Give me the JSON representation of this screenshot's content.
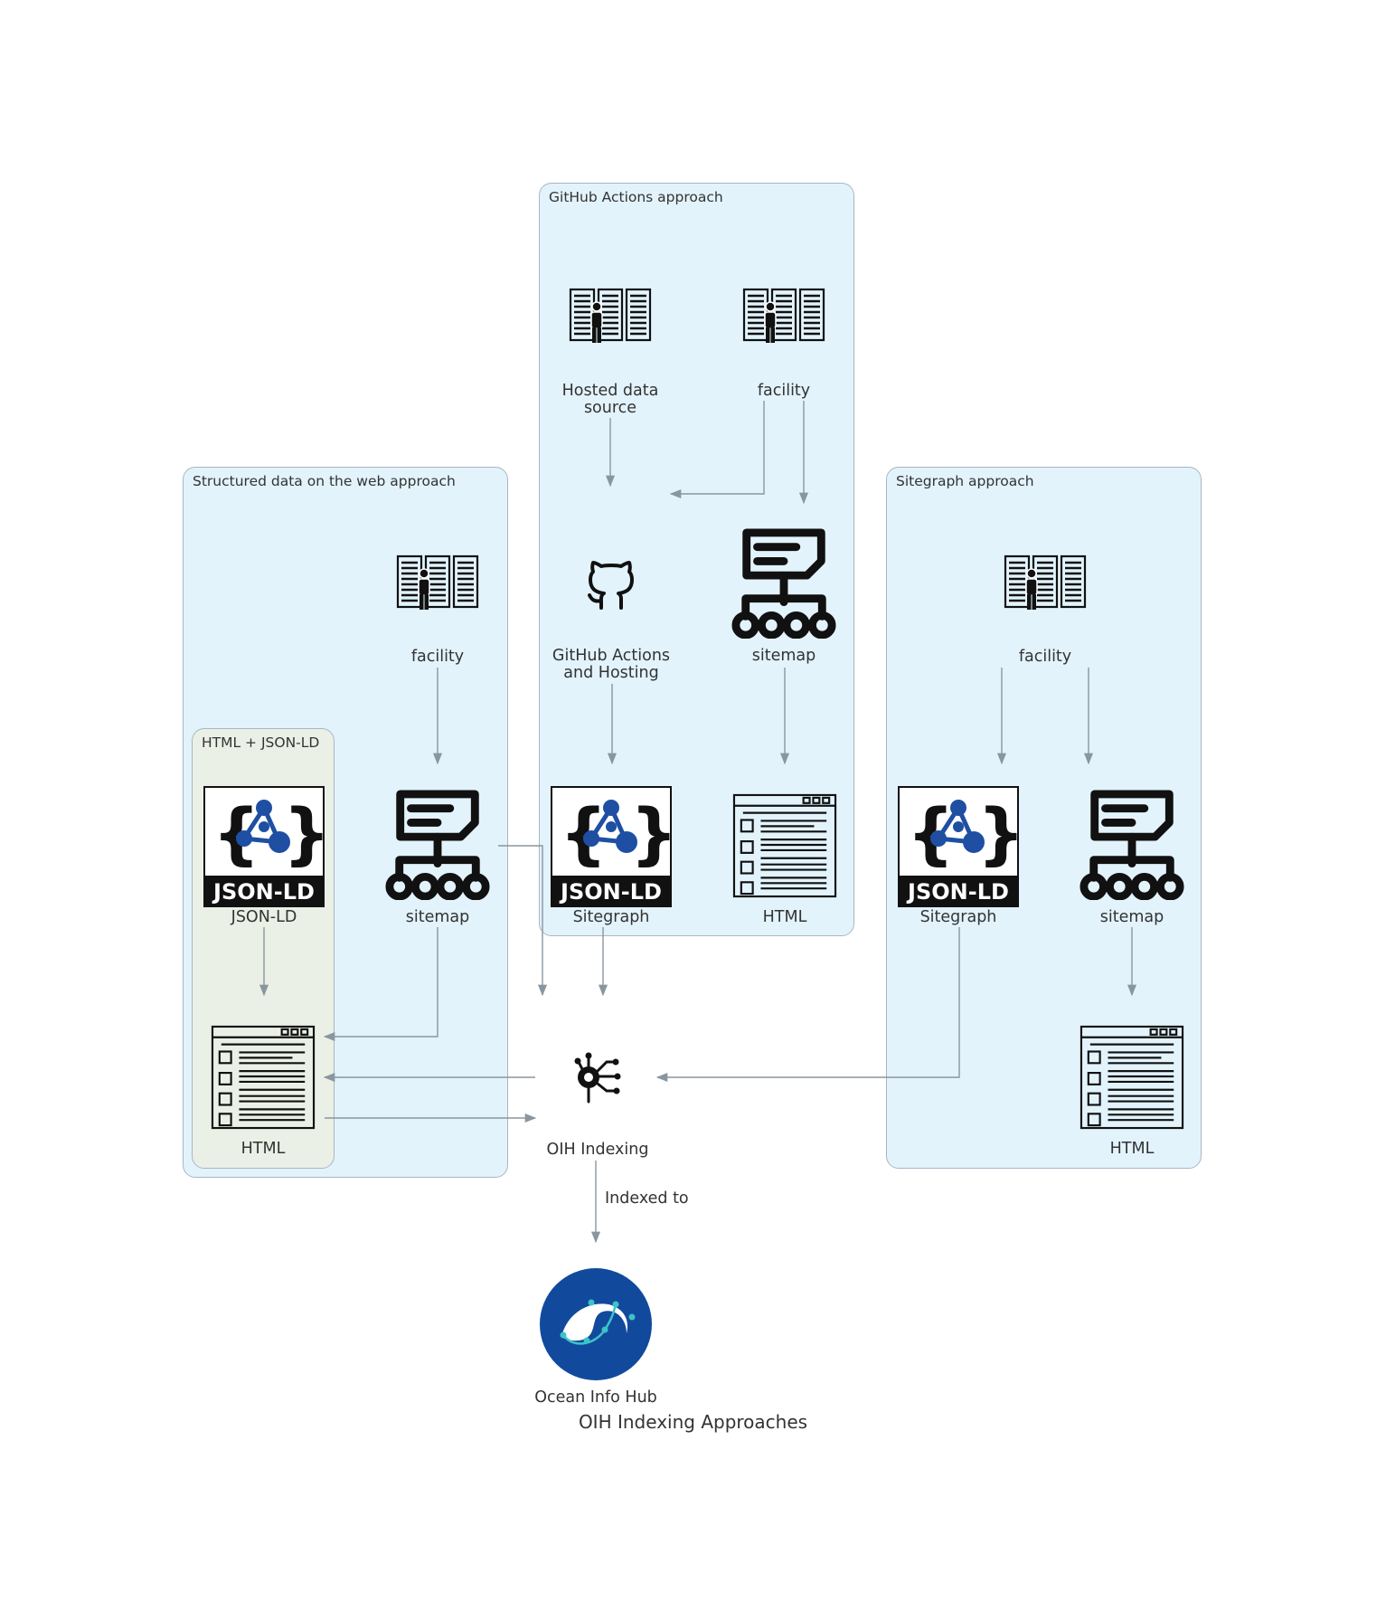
{
  "diagram": {
    "title": "OIH Indexing Approaches",
    "clusters": {
      "github": "GitHub Actions approach",
      "structured": "Structured data on the web approach",
      "html_jsonld": "HTML + JSON-LD",
      "sitegraph": "Sitegraph approach"
    },
    "nodes": {
      "gh_hosted": {
        "label": "Hosted data\nsource",
        "icon": "server-operator-icon"
      },
      "gh_facility": {
        "label": "facility",
        "icon": "server-operator-icon"
      },
      "gh_actions": {
        "label": "GitHub Actions\nand Hosting",
        "icon": "github-icon"
      },
      "gh_sitemap": {
        "label": "sitemap",
        "icon": "sitemap-icon"
      },
      "gh_sitegraph": {
        "label": "Sitegraph",
        "icon": "jsonld-icon",
        "icon_text": "JSON-LD"
      },
      "gh_html": {
        "label": "HTML",
        "icon": "html-page-icon"
      },
      "sd_facility": {
        "label": "facility",
        "icon": "server-operator-icon"
      },
      "sd_jsonld": {
        "label": "JSON-LD",
        "icon": "jsonld-icon",
        "icon_text": "JSON-LD"
      },
      "sd_sitemap": {
        "label": "sitemap",
        "icon": "sitemap-icon"
      },
      "sd_html": {
        "label": "HTML",
        "icon": "html-page-icon"
      },
      "sg_facility": {
        "label": "facility",
        "icon": "server-operator-icon"
      },
      "sg_sitegraph": {
        "label": "Sitegraph",
        "icon": "jsonld-icon",
        "icon_text": "JSON-LD"
      },
      "sg_sitemap": {
        "label": "sitemap",
        "icon": "sitemap-icon"
      },
      "sg_html": {
        "label": "HTML",
        "icon": "html-page-icon"
      },
      "oih_indexing": {
        "label": "OIH Indexing",
        "icon": "indexing-icon"
      },
      "ocean_info_hub": {
        "label": "Ocean Info Hub",
        "icon": "ocean-info-hub-logo"
      }
    },
    "edges": [
      {
        "from": "gh_hosted",
        "to": "gh_actions"
      },
      {
        "from": "gh_facility",
        "to": "gh_actions"
      },
      {
        "from": "gh_facility",
        "to": "gh_sitemap"
      },
      {
        "from": "gh_actions",
        "to": "gh_sitegraph"
      },
      {
        "from": "gh_sitemap",
        "to": "gh_html"
      },
      {
        "from": "gh_sitegraph",
        "to": "oih_indexing"
      },
      {
        "from": "sd_sitemap",
        "to": "oih_indexing"
      },
      {
        "from": "sd_facility",
        "to": "sd_sitemap"
      },
      {
        "from": "sd_jsonld",
        "to": "sd_html"
      },
      {
        "from": "sd_sitemap",
        "to": "sd_html"
      },
      {
        "from": "oih_indexing",
        "to": "sd_html"
      },
      {
        "from": "sd_html",
        "to": "oih_indexing"
      },
      {
        "from": "sg_facility",
        "to": "sg_sitegraph"
      },
      {
        "from": "sg_facility",
        "to": "sg_sitemap"
      },
      {
        "from": "sg_sitemap",
        "to": "sg_html"
      },
      {
        "from": "sg_sitegraph",
        "to": "oih_indexing"
      },
      {
        "from": "oih_indexing",
        "to": "ocean_info_hub",
        "label": "Indexed to"
      }
    ],
    "colors": {
      "edge": "#8a969f",
      "cluster_fill": "#e2f3fc",
      "inner_cluster_fill": "#ebf0e6",
      "accent_blue": "#1e4fa3",
      "ocean_teal": "#3cc3c8"
    }
  }
}
